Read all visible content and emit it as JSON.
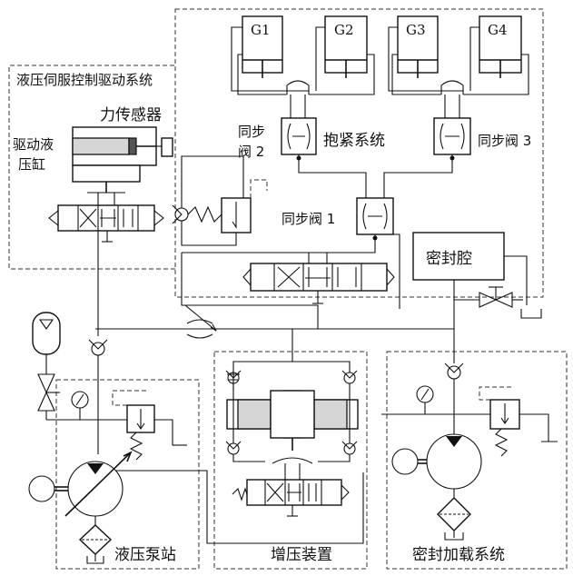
{
  "cylinders": [
    "G1",
    "G2",
    "G3",
    "G4"
  ],
  "labels": {
    "servo_system": "液压伺服控制驱动系统",
    "force_sensor": "力传感器",
    "drive_cylinder_l1": "驱动液",
    "drive_cylinder_l2": "压缸",
    "sync_valve_2_l1": "同步",
    "sync_valve_2_l2": "阀 2",
    "clamp_system": "抱紧系统",
    "sync_valve_3": "同步阀 3",
    "sync_valve_1": "同步阀 1",
    "seal_chamber": "密封腔",
    "pump_station": "液压泵站",
    "booster": "增压装置",
    "seal_loading": "密封加载系统"
  }
}
